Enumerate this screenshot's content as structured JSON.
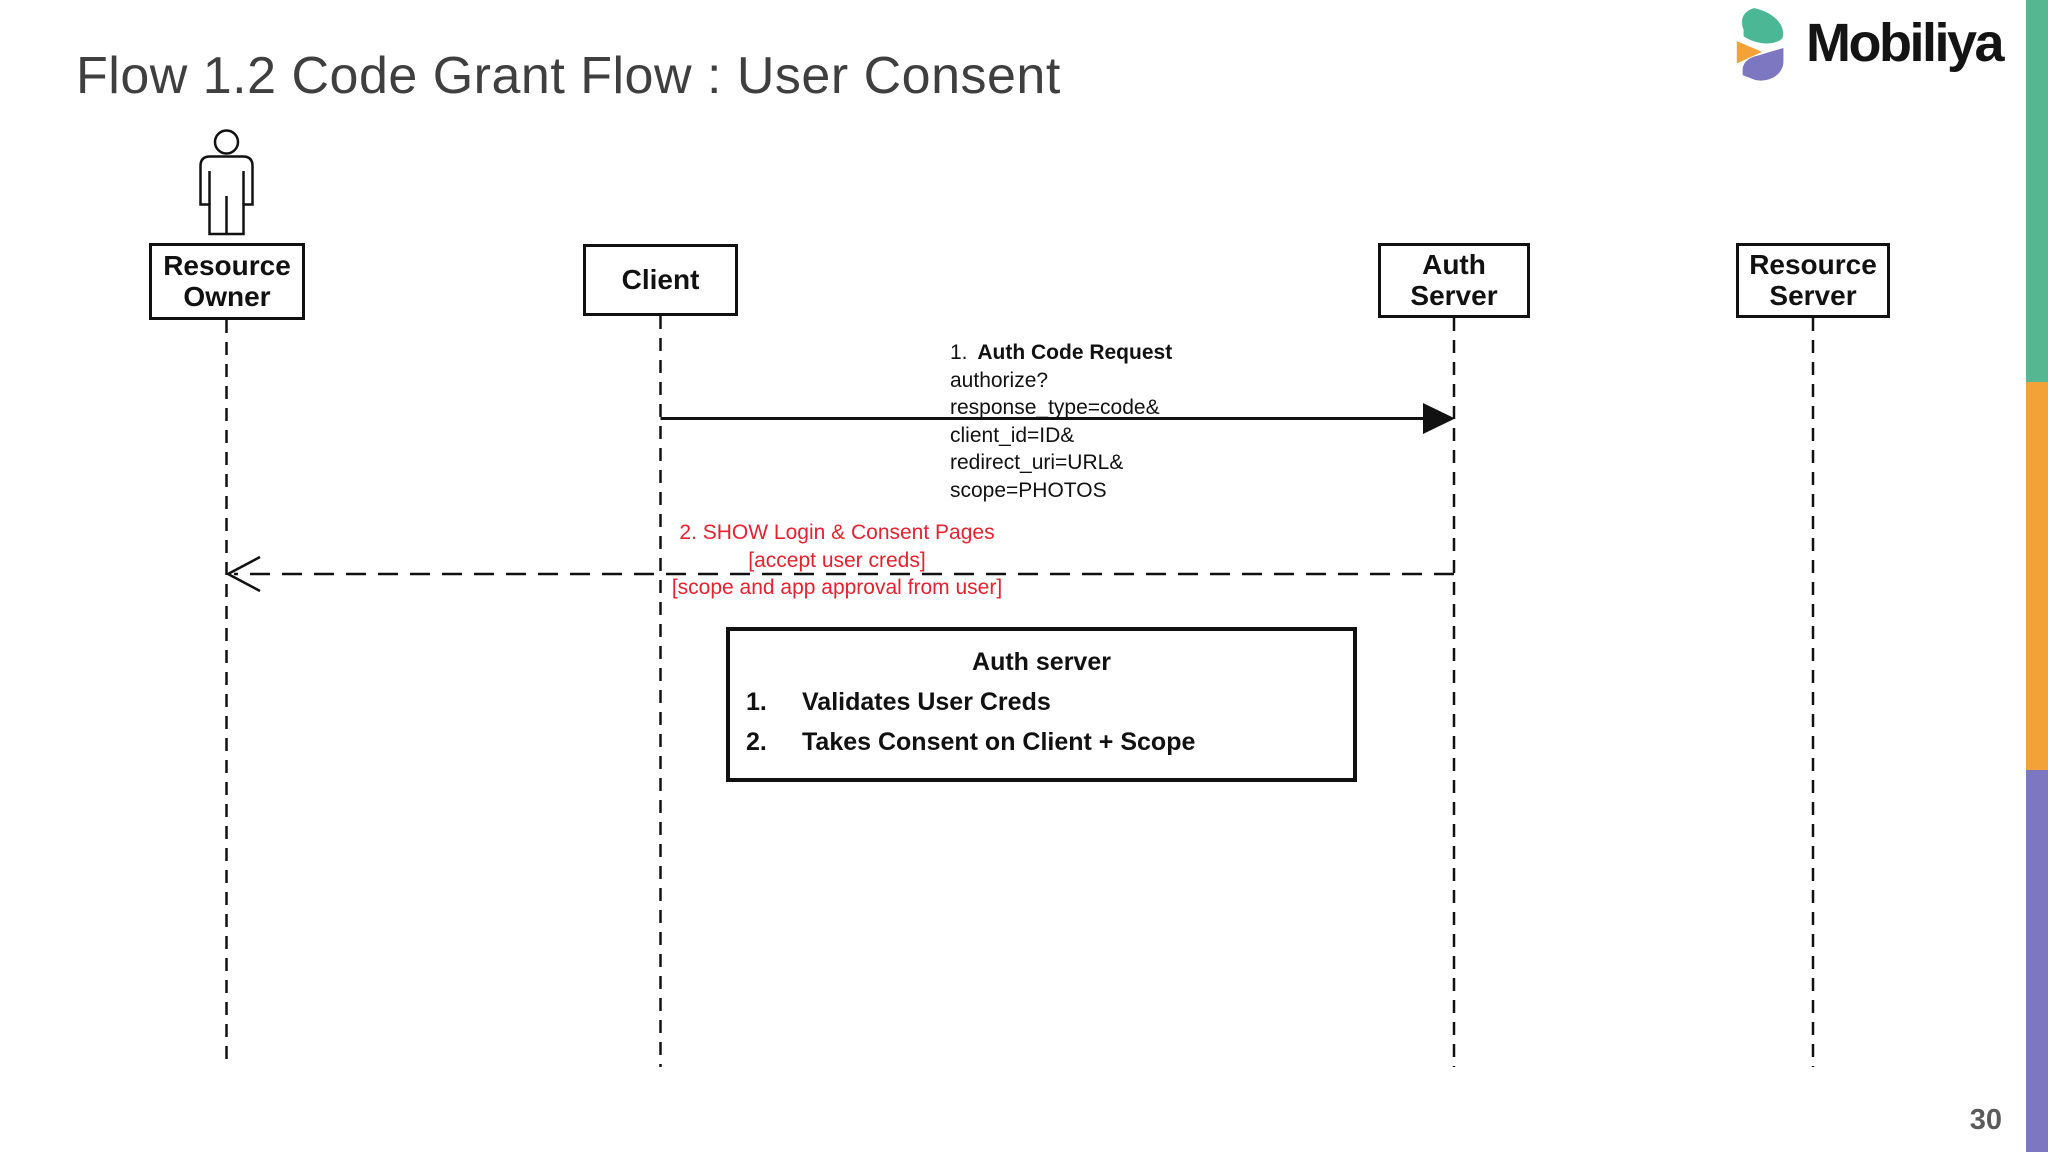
{
  "slide": {
    "title": "Flow 1.2 Code Grant Flow : User Consent",
    "page_number": "30"
  },
  "logo": {
    "brand": "Mobiliya"
  },
  "colors": {
    "stripe_green": "#55b791",
    "stripe_orange": "#f2a237",
    "stripe_purple": "#7d77c1",
    "message_red": "#e8212e",
    "title_gray": "#3f3f3f",
    "line_black": "#111111"
  },
  "lifelines": [
    {
      "label": "Resource Owner"
    },
    {
      "label": "Client"
    },
    {
      "label": "Auth Server"
    },
    {
      "label": "Resource Server"
    }
  ],
  "messages": {
    "auth_code_request": {
      "num": "1.",
      "title": "Auth Code Request",
      "params": [
        "authorize?",
        "response_type=code&",
        "client_id=ID&",
        "redirect_uri=URL&",
        "scope=PHOTOS"
      ]
    },
    "show_login": {
      "lines": [
        "2. SHOW Login & Consent Pages",
        "[accept user creds]",
        "[scope and app approval from user]"
      ]
    }
  },
  "note": {
    "title": "Auth server",
    "items": [
      {
        "num": "1.",
        "text": "Validates User Creds"
      },
      {
        "num": "2.",
        "text": "Takes Consent on Client + Scope"
      }
    ]
  }
}
